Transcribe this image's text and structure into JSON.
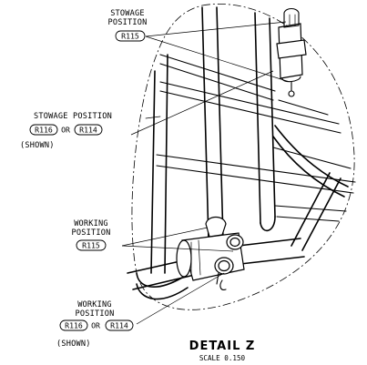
{
  "labels": {
    "stowage_top": {
      "line1": "STOWAGE",
      "line2": "POSITION",
      "ref": "R115"
    },
    "stowage_left": {
      "line1": "STOWAGE POSITION",
      "ref_a": "R116",
      "or": "OR",
      "ref_b": "R114",
      "note": "(SHOWN)"
    },
    "working_mid": {
      "line1": "WORKING",
      "line2": "POSITION",
      "ref": "R115"
    },
    "working_bottom": {
      "line1": "WORKING",
      "line2": "POSITION",
      "ref_a": "R116",
      "or": "OR",
      "ref_b": "R114",
      "note": "(SHOWN)"
    }
  },
  "detail": {
    "title": "DETAIL Z",
    "scale": "SCALE 0.150"
  }
}
